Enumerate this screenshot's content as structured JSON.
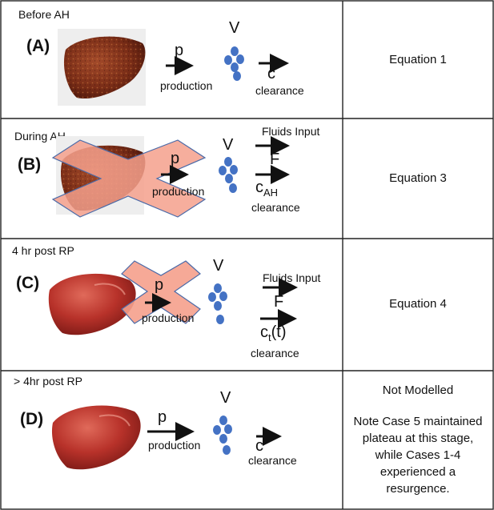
{
  "colors": {
    "liver_dark": "#7a2415",
    "liver_red": "#b8322a",
    "cross_fill": "#f5a08c",
    "cross_stroke": "#4a6aa8",
    "dot_fill": "#4472c4",
    "arrow": "#111111",
    "grid": "#222222"
  },
  "rows": [
    {
      "stage": "Before  AH",
      "label": "(A)",
      "p": "p",
      "production": "production",
      "V": "V",
      "clearance_symbol": "c",
      "clearance": "clearance",
      "equation": "Equation 1"
    },
    {
      "stage": "During  AH",
      "label": "(B)",
      "p": "p",
      "production": "production",
      "V": "V",
      "fluids": "Fluids Input",
      "F": "F",
      "clearance_symbol": "c",
      "clearance_sub": "AH",
      "clearance": "clearance",
      "equation": "Equation 3"
    },
    {
      "stage": "4 hr post RP",
      "label": "(C)",
      "p": "p",
      "production": "production",
      "V": "V",
      "fluids": "Fluids Input",
      "F": "F",
      "clearance_symbol": "c",
      "clearance_sub": "t",
      "clearance_suffix": "(t)",
      "clearance": "clearance",
      "equation": "Equation 4"
    },
    {
      "stage": "> 4hr post RP",
      "label": "(D)",
      "p": "p",
      "production": "production",
      "V": "V",
      "clearance_symbol": "c",
      "clearance": "clearance",
      "equation": "Not Modelled",
      "note_lines": [
        "Note Case 5 maintained",
        "plateau at this stage,",
        "while Cases 1-4",
        "experienced a",
        "resurgence."
      ]
    }
  ]
}
